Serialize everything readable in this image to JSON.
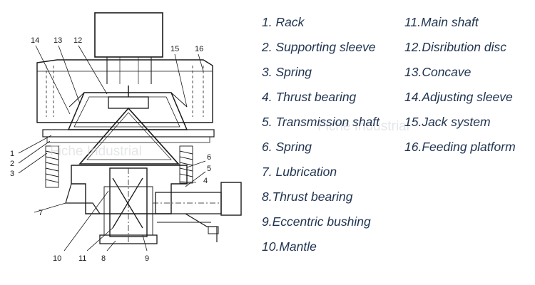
{
  "legend": {
    "left": [
      "1. Rack",
      "2. Supporting sleeve",
      "3. Spring",
      "4. Thrust bearing",
      "5. Transmission shaft",
      "6. Spring",
      "7. Lubrication",
      "8.Thrust bearing",
      "9.Eccentric bushing",
      "10.Mantle"
    ],
    "right": [
      "11.Main shaft",
      "12.Disribution disc",
      "13.Concave",
      "14.Adjusting sleeve",
      "15.Jack system",
      "16.Feeding platform"
    ]
  },
  "callouts": {
    "n1": "1",
    "n2": "2",
    "n3": "3",
    "n4": "4",
    "n5": "5",
    "n6": "6",
    "n7": "7",
    "n8": "8",
    "n9": "9",
    "n10": "10",
    "n11": "11",
    "n12": "12",
    "n13": "13",
    "n14": "14",
    "n15": "15",
    "n16": "16"
  },
  "watermarks": {
    "drawing": "Fiche Industrial",
    "legend": "Fiche Industrial"
  },
  "colors": {
    "legend_text": "#1f3350",
    "line": "#1a1a1a"
  }
}
